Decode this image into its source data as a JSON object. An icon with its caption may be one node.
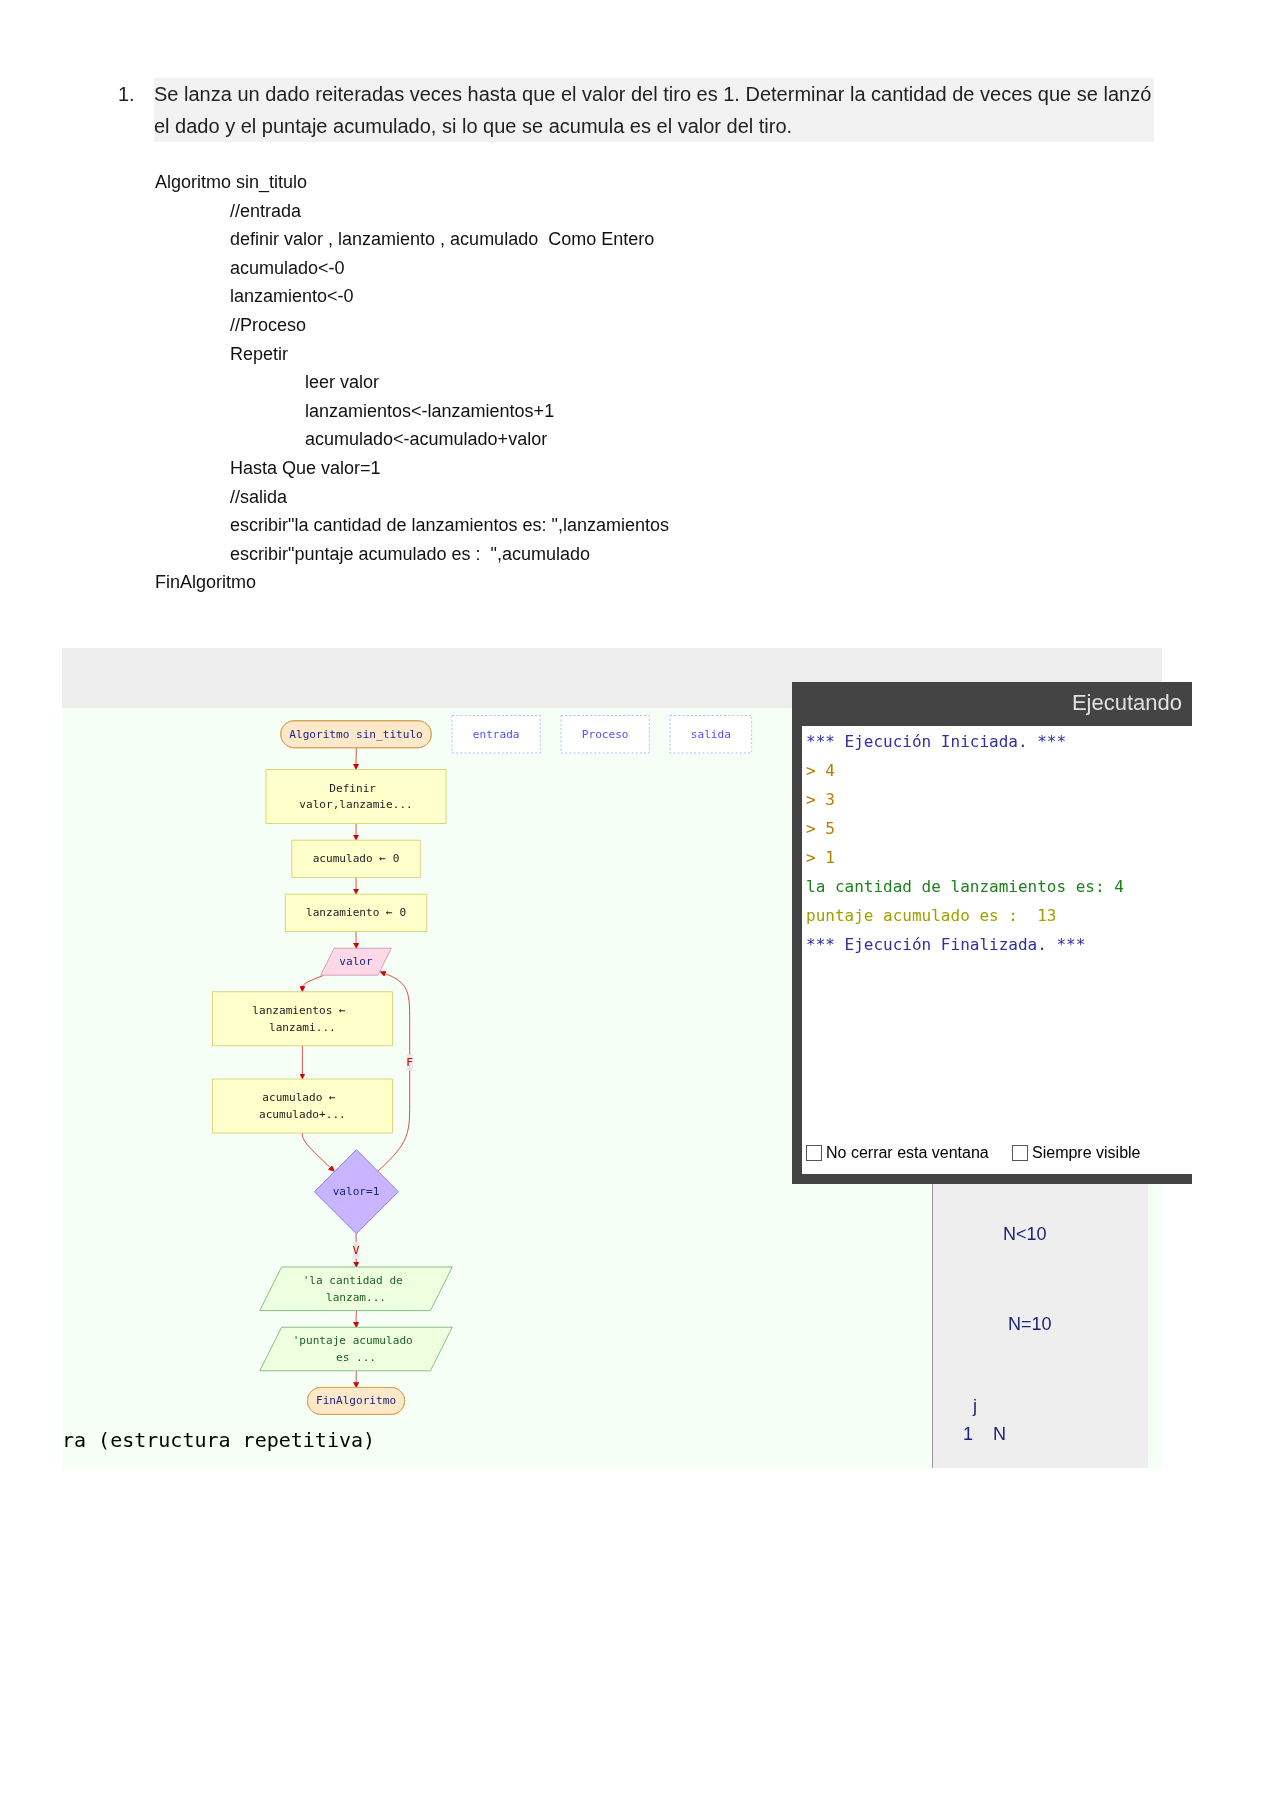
{
  "diagram": {
    "nodes": [
      {
        "text": [
          "Algoritmo sin_titulo"
        ]
      },
      {
        "text": [
          "entrada"
        ]
      },
      {
        "text": [
          "Definir valor,lanzamie..."
        ]
      },
      {
        "text": [
          "acumulado ← 0"
        ]
      },
      {
        "text": [
          "lanzamiento ← 0"
        ]
      },
      {
        "text": [
          "Proceso"
        ]
      },
      {
        "text": [
          "valor"
        ]
      },
      {
        "text": [
          "lanzamientos ← lanzami..."
        ]
      },
      {
        "text": [
          "acumulado ← acumulado+..."
        ]
      },
      {
        "text": [
          "valor=1"
        ]
      },
      {
        "text": [
          "salida"
        ]
      },
      {
        "text": [
          "'la cantidad de lanzam..."
        ]
      },
      {
        "text": [
          "'puntaje acumulado es ..."
        ]
      },
      {
        "text": [
          "FinAlgoritmo"
        ]
      }
    ],
    "edges": [
      {
        "from": 0,
        "to": 2,
        "arrow": "to"
      },
      {
        "from": 2,
        "to": 3,
        "arrow": "to"
      },
      {
        "from": 3,
        "to": 4,
        "arrow": "to"
      },
      {
        "from": 4,
        "to": 6,
        "arrow": "to"
      },
      {
        "from": 6,
        "to": 7,
        "arrow": "to"
      },
      {
        "from": 7,
        "to": 8,
        "arrow": "to"
      },
      {
        "from": 8,
        "to": 9,
        "arrow": "to"
      },
      {
        "from": 9,
        "to": 6,
        "arrow": "to",
        "label": "F"
      },
      {
        "from": 9,
        "to": 11,
        "arrow": "to",
        "label": "V"
      },
      {
        "from": 11,
        "to": 12,
        "arrow": "to"
      },
      {
        "from": 12,
        "to": 13,
        "arrow": "to"
      }
    ],
    "labels": [
      "1.",
      "Se lanza un dado reiteradas veces hasta que el valor del tiro es 1. Determinar la cantidad de veces que se lanzó el dado y el puntaje acumulado, si lo que se acumula es el valor del tiro.",
      "Algoritmo sin_titulo",
      "//entrada",
      "definir valor , lanzamiento , acumulado  Como Entero",
      "acumulado<-0",
      "lanzamiento<-0",
      "//Proceso",
      "Repetir",
      "leer valor",
      "lanzamientos<-lanzamientos+1",
      "acumulado<-acumulado+valor",
      "Hasta Que valor=1",
      "//salida",
      "escribir\"la cantidad de lanzamientos es: \",lanzamientos",
      "escribir\"puntaje acumulado es :  \",acumulado",
      "FinAlgoritmo",
      "ra (estructura repetitiva)",
      "Ejecutando",
      "*** Ejecución Iniciada. ***",
      "> 4",
      "> 3",
      "> 5",
      "> 1",
      "la cantidad de lanzamientos es: 4",
      "puntaje acumulado es :  13",
      "*** Ejecución Finalizada. ***",
      "No cerrar esta ventana",
      "Siempre visible",
      "N<10",
      "N=10",
      "j",
      "1",
      "N"
    ]
  }
}
